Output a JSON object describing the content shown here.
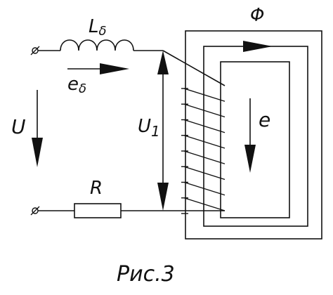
{
  "figure": {
    "caption": "Рис.3"
  },
  "labels": {
    "inductance": "L",
    "inductance_sub": "δ",
    "emf_delta": "e",
    "emf_delta_sub": "δ",
    "voltage_source": "U",
    "voltage_coil": "U",
    "voltage_coil_sub": "1",
    "resistance": "R",
    "flux": "Φ",
    "emf_core": "e"
  },
  "coil": {
    "turns": 9
  }
}
